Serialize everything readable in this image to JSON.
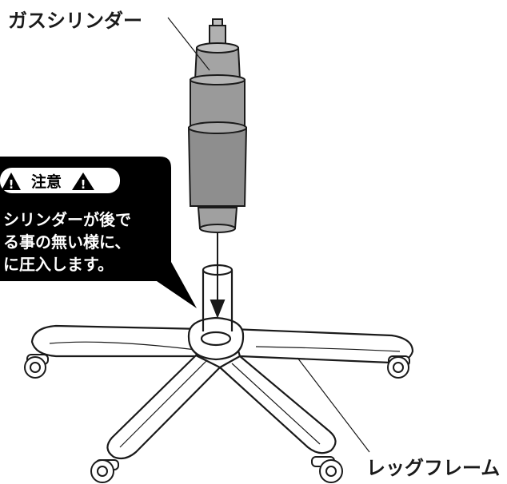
{
  "labels": {
    "gas_cylinder": "ガスシリンダー",
    "leg_frame": "レッグフレーム"
  },
  "caution": {
    "heading": "注意",
    "lines": [
      "シリンダーが後で",
      "る事の無い様に、",
      "に圧入します。"
    ]
  },
  "colors": {
    "cylinder_fill": "#9a9a9a",
    "callout_fill": "#000000",
    "callout_text": "#ffffff",
    "line": "#1a1a1a",
    "base_fill": "#ffffff"
  }
}
